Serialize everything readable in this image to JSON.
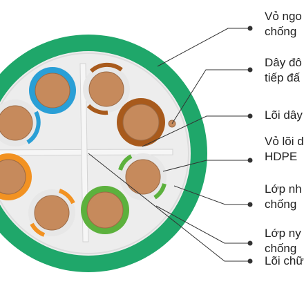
{
  "labels": [
    {
      "line1": "Vỏ ngo",
      "line2": "chống"
    },
    {
      "line1": "Dây đô",
      "line2": "tiếp đấ"
    },
    {
      "line1": "Lõi dây",
      "line2": ""
    },
    {
      "line1": "Vỏ lõi d",
      "line2": "HDPE"
    },
    {
      "line1": "Lớp nh",
      "line2": "chống"
    },
    {
      "line1": "Lớp ny",
      "line2": "chống"
    },
    {
      "line1": "Lõi chữ",
      "line2": ""
    }
  ],
  "colors": {
    "outer_jacket": "#1fa76a",
    "inner_sheath": "#ededed",
    "divider": "#d7d7d7",
    "copper": "#c68a5c",
    "copper_stroke": "#9b6a45",
    "blue": "#2a9fd6",
    "orange": "#f29222",
    "brown": "#a85a1c",
    "green": "#5cb13d",
    "insulation_white": "#e7e7e7",
    "leader_line": "#333333"
  }
}
